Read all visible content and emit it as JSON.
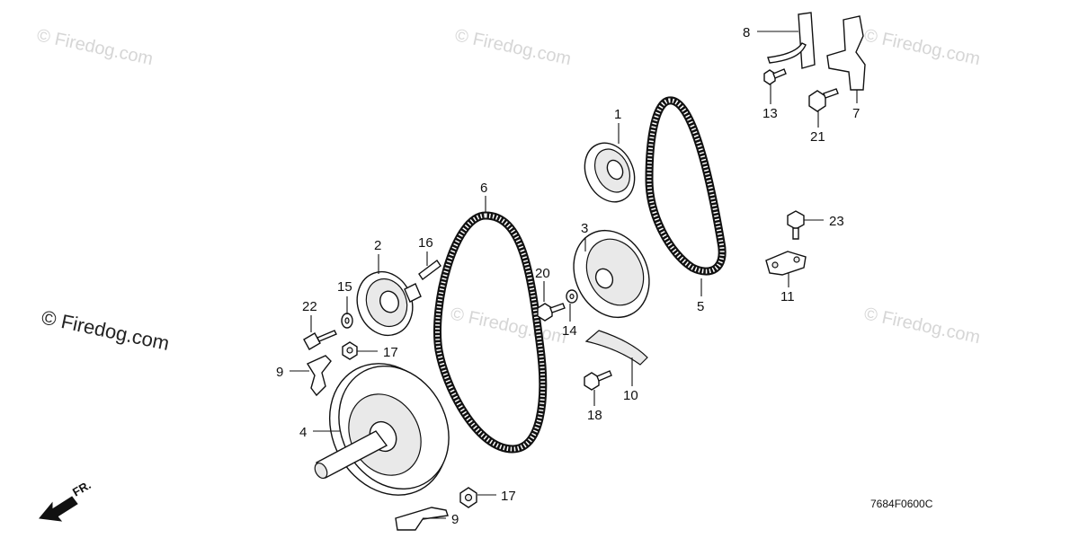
{
  "watermark": {
    "text": "© Firedog.com",
    "prominent_text": "© Firedog.com"
  },
  "diagram_code": "7684F0600C",
  "direction_label": "FR.",
  "callouts": [
    {
      "id": "1",
      "label": "1"
    },
    {
      "id": "2",
      "label": "2"
    },
    {
      "id": "3",
      "label": "3"
    },
    {
      "id": "4",
      "label": "4"
    },
    {
      "id": "5",
      "label": "5"
    },
    {
      "id": "6",
      "label": "6"
    },
    {
      "id": "7",
      "label": "7"
    },
    {
      "id": "8",
      "label": "8"
    },
    {
      "id": "9a",
      "label": "9"
    },
    {
      "id": "9b",
      "label": "9"
    },
    {
      "id": "10",
      "label": "10"
    },
    {
      "id": "11",
      "label": "11"
    },
    {
      "id": "13",
      "label": "13"
    },
    {
      "id": "14",
      "label": "14"
    },
    {
      "id": "15",
      "label": "15"
    },
    {
      "id": "16",
      "label": "16"
    },
    {
      "id": "17a",
      "label": "17"
    },
    {
      "id": "17b",
      "label": "17"
    },
    {
      "id": "18",
      "label": "18"
    },
    {
      "id": "20",
      "label": "20"
    },
    {
      "id": "21",
      "label": "21"
    },
    {
      "id": "22",
      "label": "22"
    },
    {
      "id": "23",
      "label": "23"
    }
  ]
}
